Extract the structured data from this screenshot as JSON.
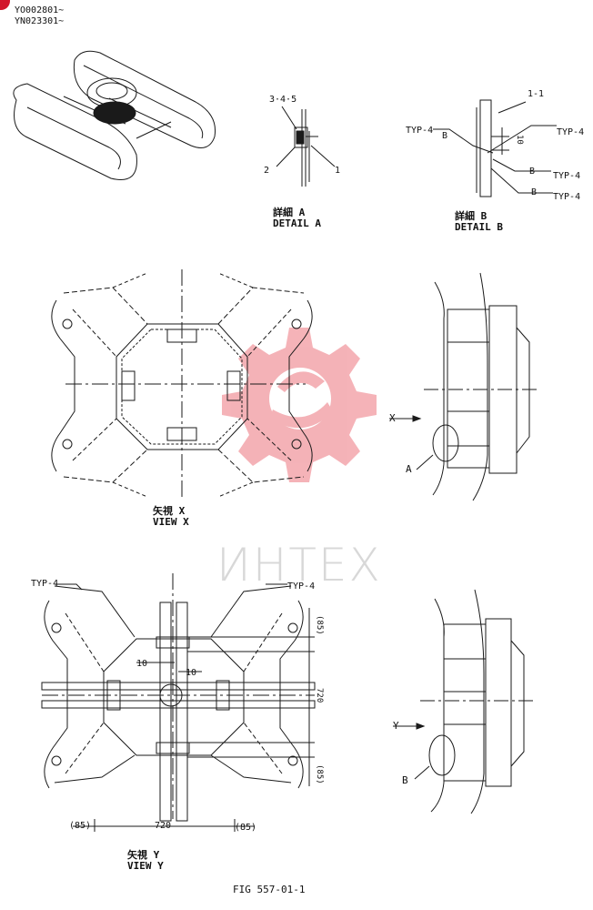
{
  "colors": {
    "ink": "#1a1a1a",
    "watermark_gear": "#f2a0a6",
    "watermark_text": "#d8d8d8",
    "corner_mark": "#d2152b"
  },
  "serials": [
    "YO002801~",
    "YN023301~"
  ],
  "watermark": "ИНТЕХ",
  "detail_a": {
    "parts": [
      "3·4·5",
      "2",
      "1"
    ],
    "caption_jp": "詳細 A",
    "caption_en": "DETAIL A"
  },
  "detail_b": {
    "parts": [
      "1-1"
    ],
    "typ_labels": [
      "TYP-4",
      "TYP-4",
      "TYP-4",
      "TYP-4"
    ],
    "weld_b": [
      "B",
      "B",
      "B"
    ],
    "dim": "10",
    "caption_jp": "詳細 B",
    "caption_en": "DETAIL B"
  },
  "view_x": {
    "caption_jp": "矢視 X",
    "caption_en": "VIEW X"
  },
  "side_x": {
    "arrow_label": "X",
    "detail_label": "A"
  },
  "view_y": {
    "typ_labels": [
      "TYP-4",
      "TYP-4"
    ],
    "dims": [
      "(85)",
      "720",
      "(85)",
      "(85)",
      "720",
      "(85)",
      "10",
      "10"
    ],
    "caption_jp": "矢視 Y",
    "caption_en": "VIEW Y"
  },
  "side_y": {
    "arrow_label": "Y",
    "detail_label": "B"
  },
  "figure": "FIG 557-01-1"
}
